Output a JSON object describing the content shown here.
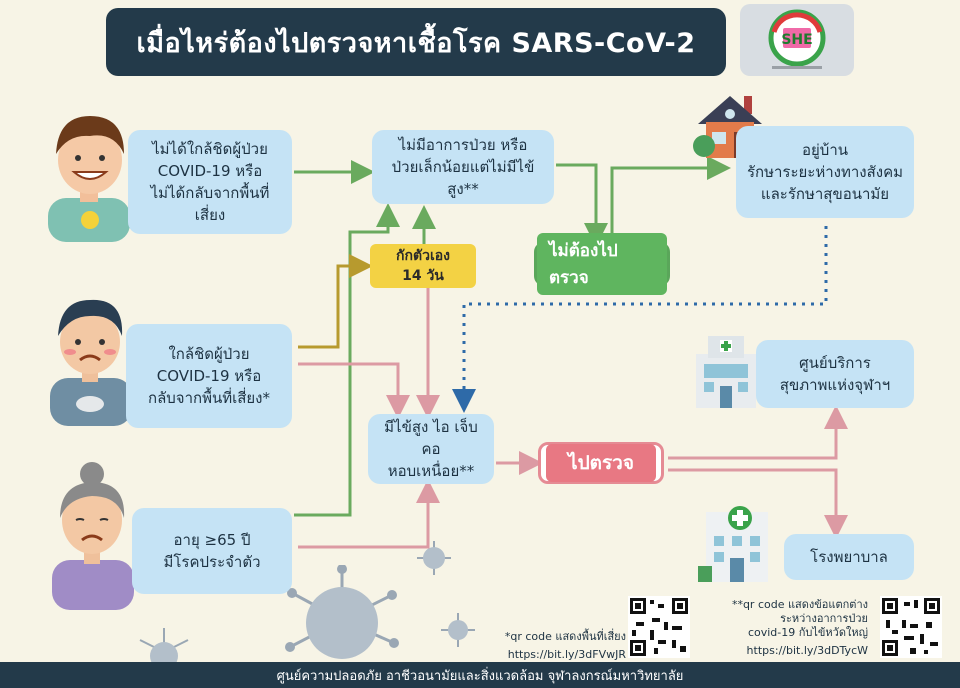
{
  "title": "เมื่อไหร่ต้องไปตรวจหาเชื้อโรค SARS-CoV-2",
  "logo": {
    "text": "SHE",
    "icon": "she-logo-icon"
  },
  "persons": [
    {
      "lines": [
        "ไม่ได้ใกล้ชิดผู้ป่วย",
        "COVID-19 หรือ",
        "ไม่ได้กลับจากพื้นที่เสี่ยง"
      ],
      "icon": "happy-man-icon"
    },
    {
      "lines": [
        "ใกล้ชิดผู้ป่วย",
        "COVID-19 หรือ",
        "กลับจากพื้นที่เสี่ยง*"
      ],
      "icon": "worried-man-icon"
    },
    {
      "lines": [
        "อายุ ≥65 ปี",
        "มีโรคประจำตัว"
      ],
      "icon": "elderly-woman-icon"
    }
  ],
  "symptoms": {
    "none": [
      "ไม่มีอาการป่วย หรือ",
      "ป่วยเล็กน้อยแต่ไม่มีไข้สูง**"
    ],
    "fever": [
      "มีไข้สูง ไอ เจ็บคอ",
      "หอบเหนื่อย**"
    ]
  },
  "quarantine": [
    "กักตัวเอง",
    "14 วัน"
  ],
  "no_test": "ไม่ต้องไปตรวจ",
  "go_test": "ไปตรวจ",
  "outcomes": {
    "home": [
      "อยู่บ้าน",
      "รักษาระยะห่างทางสังคม",
      "และรักษาสุขอนามัย"
    ],
    "center": [
      "ศูนย์บริการ",
      "สุขภาพแห่งจุฬาฯ"
    ],
    "hospital": "โรงพยาบาล"
  },
  "notes": {
    "left_note": "*qr code แสดงพื้นที่เสี่ยง",
    "left_url": "https://bit.ly/3dFVwJR",
    "right_note": [
      "**qr code แสดงข้อแตกต่าง",
      "ระหว่างอาการป่วย",
      "covid-19 กับไข้หวัดใหญ่"
    ],
    "right_url": "https://bit.ly/3dDTycW"
  },
  "footer": "ศูนย์ความปลอดภัย อาชีวอนามัยและสิ่งแวดล้อม จุฬาลงกรณ์มหาวิทยาลัย",
  "colors": {
    "green": "#6aaa5e",
    "pink": "#dc9aa3",
    "olive": "#b79a2e",
    "blue": "#2e6aa8"
  }
}
